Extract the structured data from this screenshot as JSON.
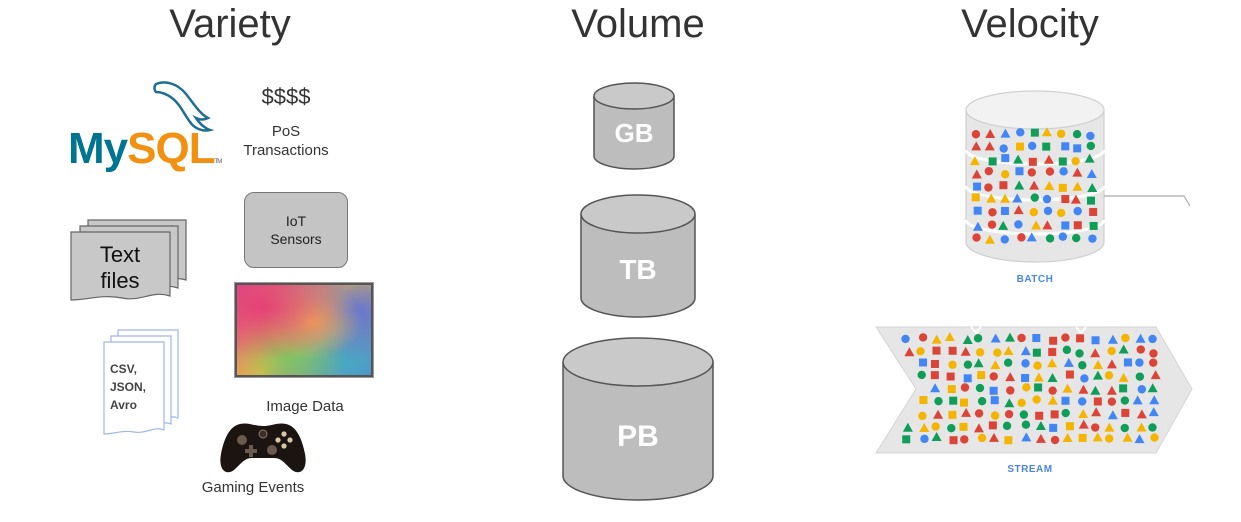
{
  "headings": {
    "variety": "Variety",
    "volume": "Volume",
    "velocity": "Velocity"
  },
  "variety": {
    "mysql_logo": {
      "text_my": "My",
      "text_sql": "SQL",
      "tm": "TM",
      "color_my": "#00758f",
      "color_sql": "#f29111"
    },
    "pos_symbol": "$$$$",
    "pos_label_line1": "PoS",
    "pos_label_line2": "Transactions",
    "iot_line1": "IoT",
    "iot_line2": "Sensors",
    "text_files_line1": "Text",
    "text_files_line2": "files",
    "csv_line1": "CSV,",
    "csv_line2": "JSON,",
    "csv_line3": "Avro",
    "image_label": "Image Data",
    "gaming_label": "Gaming Events"
  },
  "volume": {
    "cylinders": [
      {
        "label": "GB"
      },
      {
        "label": "TB"
      },
      {
        "label": "PB"
      }
    ],
    "cylinder_color": "#bdbdbd"
  },
  "velocity": {
    "batch_label": "BATCH",
    "stream_label": "STREAM",
    "shape_colors": [
      "#db4437",
      "#4285f4",
      "#0f9d58",
      "#f4b400"
    ]
  }
}
